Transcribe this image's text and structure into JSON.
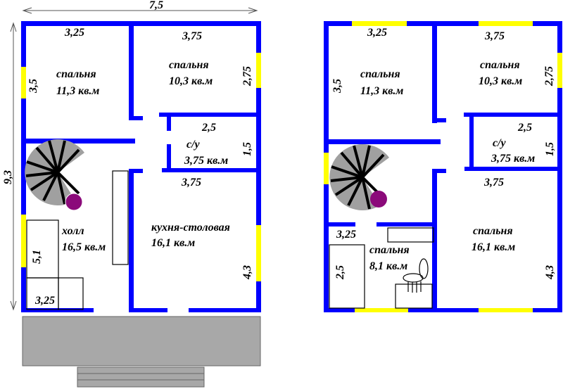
{
  "colors": {
    "wall": "#0000ff",
    "window": "#ffff00",
    "stair": "#a0a0a0",
    "post": "#8b0a7a",
    "porch": "#a8a8a8"
  },
  "ground_floor": {
    "overall_width": "7,5",
    "overall_depth": "9,3",
    "rooms": [
      {
        "name": "спальня",
        "area": "11,3 кв.м",
        "width": "3,25",
        "depth": "3,5"
      },
      {
        "name": "спальня",
        "area": "10,3 кв.м",
        "width": "3,75",
        "depth": "2,75"
      },
      {
        "name": "с/у",
        "area": "3,75 кв.м",
        "width": "2,5",
        "depth": "1,5"
      },
      {
        "name": "холл",
        "area": "16,5 кв.м",
        "width": "3,25",
        "depth": "5,1"
      },
      {
        "name": "кухня-столовая",
        "area": "16,1 кв.м",
        "width": "3,75",
        "depth": "4,3"
      }
    ]
  },
  "upper_floor": {
    "rooms": [
      {
        "name": "спальня",
        "area": "11,3 кв.м",
        "width": "3,25",
        "depth": "3,5"
      },
      {
        "name": "спальня",
        "area": "10,3 кв.м",
        "width": "3,75",
        "depth": "2,75"
      },
      {
        "name": "с/у",
        "area": "3,75 кв.м",
        "width": "2,5",
        "depth": "1,5"
      },
      {
        "name": "спальня",
        "area": "8,1 кв.м",
        "width": "3,25",
        "depth": "2,5"
      },
      {
        "name": "спальня",
        "area": "16,1 кв.м",
        "width": "3,75",
        "depth": "4,3"
      }
    ]
  }
}
